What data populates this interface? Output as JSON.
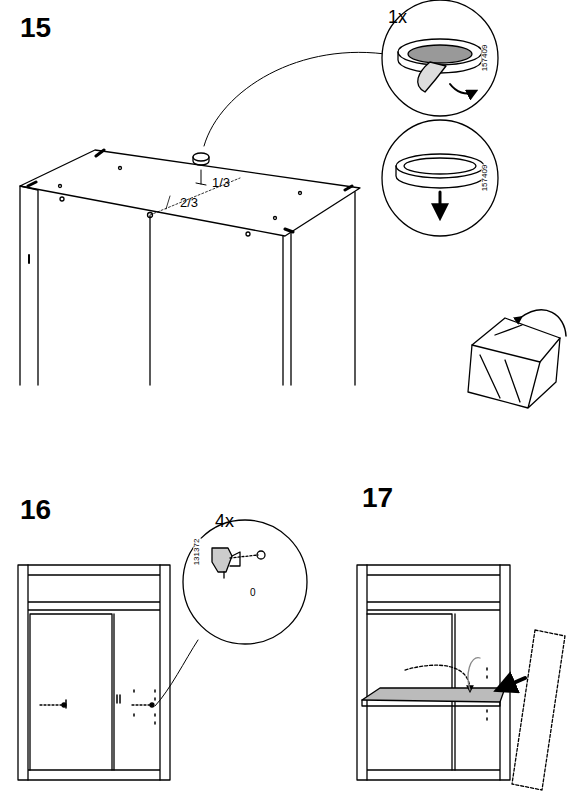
{
  "diagram": {
    "labels": [
      "15",
      "1x",
      "157409",
      "157409",
      "1/3",
      "2/3",
      "16",
      "4x",
      "131372",
      "0",
      "17"
    ]
  }
}
